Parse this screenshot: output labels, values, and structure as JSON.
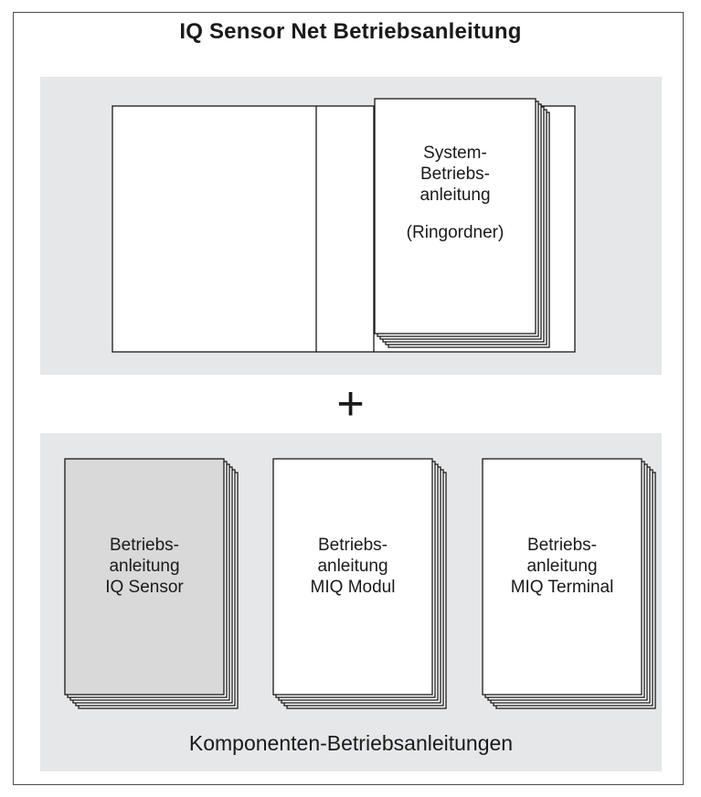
{
  "title": "IQ Sensor Net Betriebsanleitung",
  "binder": {
    "line1": "System-",
    "line2": "Betriebs-",
    "line3": "anleitung",
    "line4": "(Ringordner)"
  },
  "plus": "+",
  "manuals": [
    {
      "line1": "Betriebs-",
      "line2": "anleitung",
      "line3": "IQ Sensor",
      "color": "#d9d9d9"
    },
    {
      "line1": "Betriebs-",
      "line2": "anleitung",
      "line3": "MIQ Modul",
      "color": "#ffffff"
    },
    {
      "line1": "Betriebs-",
      "line2": "anleitung",
      "line3": "MIQ Terminal",
      "color": "#ffffff"
    }
  ],
  "footer": "Komponenten-Betriebsanleitungen"
}
